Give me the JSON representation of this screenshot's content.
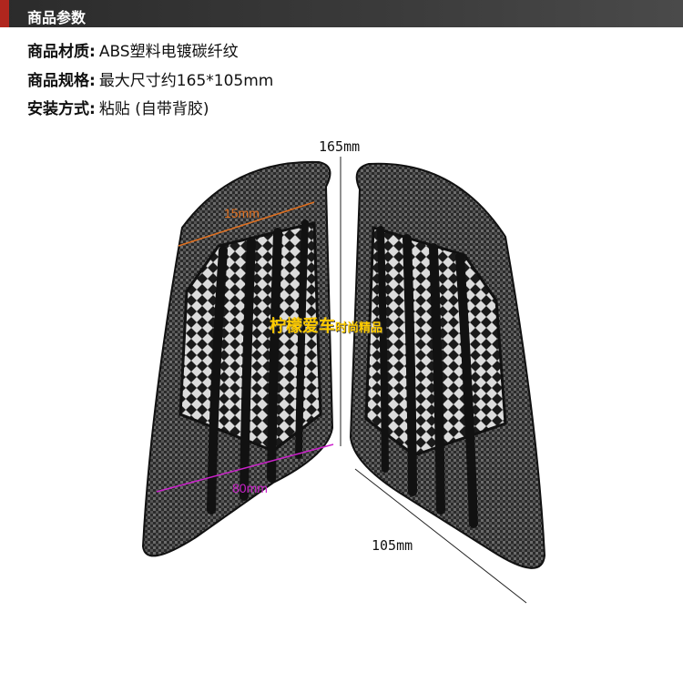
{
  "header": {
    "title": "商品参数"
  },
  "specs": [
    {
      "label": "商品材质:",
      "value": "ABS塑料电镀碳纤纹"
    },
    {
      "label": "商品规格:",
      "value": "最大尺寸约165*105mm"
    },
    {
      "label": "安装方式:",
      "value": "粘贴 (自带背胶)"
    }
  ],
  "dimensions": {
    "height": "165mm",
    "width": "105mm",
    "top_inner": "15mm",
    "bottom_inner": "80mm"
  },
  "watermark": {
    "brand": "柠檬爱车",
    "tagline": "时尚精品"
  },
  "colors": {
    "header_bg": "#333333",
    "accent_red": "#b0261e",
    "orange_line": "#e07020",
    "magenta_line": "#cc22cc",
    "watermark": "#ffcc00"
  }
}
